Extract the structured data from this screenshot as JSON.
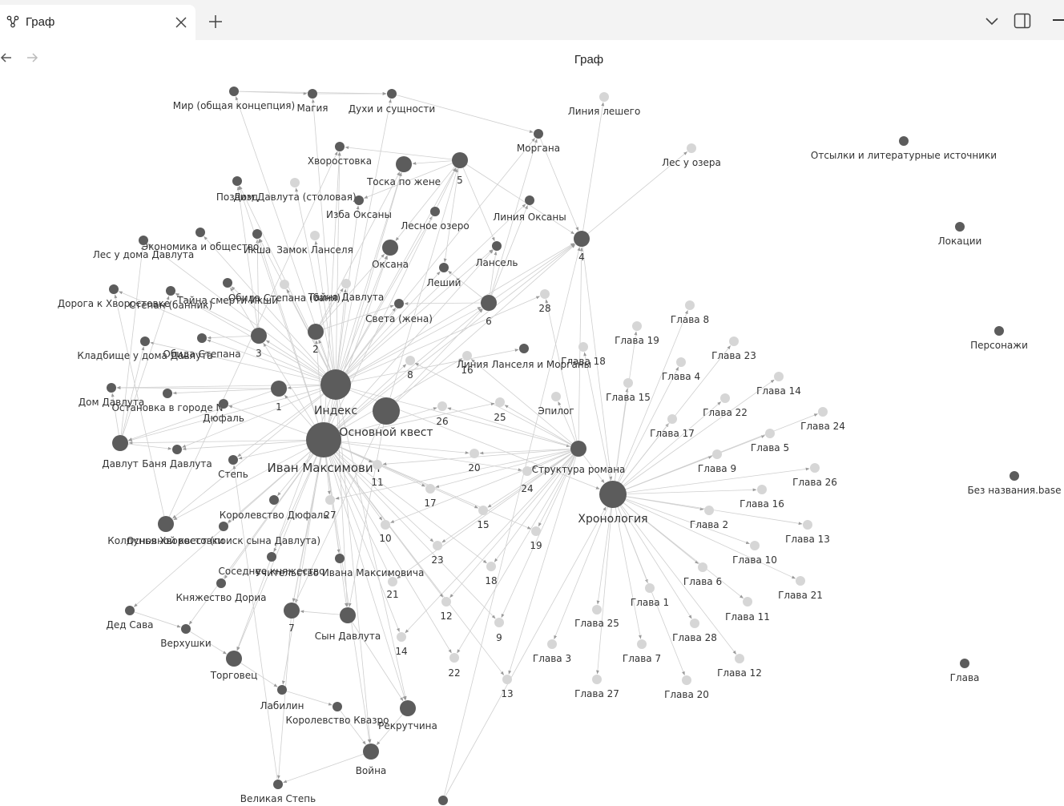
{
  "tab": {
    "title": "Граф",
    "icon": "graph-icon"
  },
  "view": {
    "title": "Граф"
  },
  "icons": {
    "close": "close-icon",
    "add": "plus-icon",
    "list": "chevron-down-icon",
    "sidebar": "sidebar-toggle-icon",
    "back": "arrow-left-icon",
    "forward": "arrow-right-icon"
  },
  "colors": {
    "resolved_node": "#5c5c5c",
    "unresolved_node": "#d6d6d6",
    "edge": "#cfcfcf",
    "arrow": "#9a9a9a"
  },
  "graph": {
    "nodes": [
      {
        "id": "mir",
        "label": "Мир (общая концепция)",
        "type": "note",
        "size": "s"
      },
      {
        "id": "magia",
        "label": "Магия",
        "type": "note",
        "size": "s"
      },
      {
        "id": "duhi",
        "label": "Духи и сущности",
        "type": "note",
        "size": "s"
      },
      {
        "id": "liniya_leshego",
        "label": "Линия лешего",
        "type": "ghost",
        "size": "s"
      },
      {
        "id": "morgana",
        "label": "Моргана",
        "type": "note",
        "size": "s"
      },
      {
        "id": "hvorostovka",
        "label": "Хворостовка",
        "type": "note",
        "size": "s"
      },
      {
        "id": "toska",
        "label": "Тоска по жене",
        "type": "note",
        "size": "m"
      },
      {
        "id": "n5",
        "label": "5",
        "type": "note",
        "size": "m"
      },
      {
        "id": "les_u_ozera",
        "label": "Лес у озера",
        "type": "ghost",
        "size": "s"
      },
      {
        "id": "otsylki",
        "label": "Отсылки и литературные источники",
        "type": "note",
        "size": "s"
      },
      {
        "id": "pozvizd",
        "label": "Позвизд",
        "type": "note",
        "size": "s"
      },
      {
        "id": "dom_stolovaya",
        "label": "Дом Давлута (столовая)",
        "type": "ghost",
        "size": "s"
      },
      {
        "id": "izba_oksany",
        "label": "Изба Оксаны",
        "type": "note",
        "size": "s"
      },
      {
        "id": "liniya_oksany",
        "label": "Линия Оксаны",
        "type": "note",
        "size": "s"
      },
      {
        "id": "lesnoe_ozero",
        "label": "Лесное озеро",
        "type": "note",
        "size": "s"
      },
      {
        "id": "n4",
        "label": "4",
        "type": "note",
        "size": "m"
      },
      {
        "id": "lokacii",
        "label": "Локации",
        "type": "note",
        "size": "s"
      },
      {
        "id": "ekonomika",
        "label": "Экономика и общество",
        "type": "note",
        "size": "s"
      },
      {
        "id": "les_doma",
        "label": "Лес у дома Давлута",
        "type": "note",
        "size": "s"
      },
      {
        "id": "iksha",
        "label": "Икша",
        "type": "note",
        "size": "s"
      },
      {
        "id": "zamok",
        "label": "Замок Ланселя",
        "type": "ghost",
        "size": "s"
      },
      {
        "id": "oksana",
        "label": "Оксана",
        "type": "note",
        "size": "m"
      },
      {
        "id": "lansel",
        "label": "Лансель",
        "type": "note",
        "size": "s"
      },
      {
        "id": "leshiy",
        "label": "Леший",
        "type": "note",
        "size": "s"
      },
      {
        "id": "doroga",
        "label": "Дорога к Хворостовке",
        "type": "note",
        "size": "s"
      },
      {
        "id": "stepan_bannik",
        "label": "Степан (банник)",
        "type": "note",
        "size": "s"
      },
      {
        "id": "tayna_smerti",
        "label": "Тайна смерти Икши",
        "type": "note",
        "size": "s"
      },
      {
        "id": "obida_banya",
        "label": "Обида Степана (баня)",
        "type": "ghost",
        "size": "s"
      },
      {
        "id": "tayna_davluta",
        "label": "Тайна Давлута",
        "type": "ghost",
        "size": "s"
      },
      {
        "id": "sveta",
        "label": "Света (жена)",
        "type": "note",
        "size": "s"
      },
      {
        "id": "n6",
        "label": "6",
        "type": "note",
        "size": "m"
      },
      {
        "id": "n28",
        "label": "28",
        "type": "ghost",
        "size": "s"
      },
      {
        "id": "glava8",
        "label": "Глава 8",
        "type": "ghost",
        "size": "s"
      },
      {
        "id": "glava19",
        "label": "Глава 19",
        "type": "ghost",
        "size": "s"
      },
      {
        "id": "glava23",
        "label": "Глава 23",
        "type": "ghost",
        "size": "s"
      },
      {
        "id": "personazhi",
        "label": "Персонажи",
        "type": "note",
        "size": "s"
      },
      {
        "id": "kladbische",
        "label": "Кладбище у дома Давлута",
        "type": "note",
        "size": "s"
      },
      {
        "id": "obida",
        "label": "Обида Степана",
        "type": "note",
        "size": "s"
      },
      {
        "id": "n3",
        "label": "3",
        "type": "note",
        "size": "m"
      },
      {
        "id": "n2",
        "label": "2",
        "type": "note",
        "size": "m"
      },
      {
        "id": "n8",
        "label": "8",
        "type": "ghost",
        "size": "s"
      },
      {
        "id": "n16",
        "label": "16",
        "type": "ghost",
        "size": "s"
      },
      {
        "id": "liniya_lm",
        "label": "Линия Ланселя и Морганы",
        "type": "note",
        "size": "s"
      },
      {
        "id": "glava18",
        "label": "Глава 18",
        "type": "ghost",
        "size": "s"
      },
      {
        "id": "glava4",
        "label": "Глава 4",
        "type": "ghost",
        "size": "s"
      },
      {
        "id": "glava14",
        "label": "Глава 14",
        "type": "ghost",
        "size": "s"
      },
      {
        "id": "glava15",
        "label": "Глава 15",
        "type": "ghost",
        "size": "s"
      },
      {
        "id": "glava22",
        "label": "Глава 22",
        "type": "ghost",
        "size": "s"
      },
      {
        "id": "dom_davluta",
        "label": "Дом Давлута",
        "type": "note",
        "size": "s"
      },
      {
        "id": "ostanovka",
        "label": "Остановка в городе N",
        "type": "note",
        "size": "s"
      },
      {
        "id": "n1",
        "label": "1",
        "type": "note",
        "size": "m"
      },
      {
        "id": "indeks",
        "label": "Индекс",
        "type": "note",
        "size": "xl"
      },
      {
        "id": "dyufal",
        "label": "Дюфаль",
        "type": "note",
        "size": "s"
      },
      {
        "id": "osnovnoy",
        "label": "Основной квест",
        "type": "note",
        "size": "l"
      },
      {
        "id": "n26",
        "label": "26",
        "type": "ghost",
        "size": "s"
      },
      {
        "id": "n25",
        "label": "25",
        "type": "ghost",
        "size": "s"
      },
      {
        "id": "epilog",
        "label": "Эпилог",
        "type": "ghost",
        "size": "s"
      },
      {
        "id": "glava17",
        "label": "Глава 17",
        "type": "ghost",
        "size": "s"
      },
      {
        "id": "glava24",
        "label": "Глава 24",
        "type": "ghost",
        "size": "s"
      },
      {
        "id": "glava5",
        "label": "Глава 5",
        "type": "ghost",
        "size": "s"
      },
      {
        "id": "davlut",
        "label": "Давлут",
        "type": "note",
        "size": "m"
      },
      {
        "id": "banya",
        "label": "Баня Давлута",
        "type": "note",
        "size": "s"
      },
      {
        "id": "ivan",
        "label": "Иван Максимович",
        "type": "note",
        "size": "xxl"
      },
      {
        "id": "n11",
        "label": "11",
        "type": "ghost",
        "size": "s"
      },
      {
        "id": "n20",
        "label": "20",
        "type": "ghost",
        "size": "s"
      },
      {
        "id": "struktura",
        "label": "Структура романа",
        "type": "note",
        "size": "m"
      },
      {
        "id": "glava9",
        "label": "Глава 9",
        "type": "ghost",
        "size": "s"
      },
      {
        "id": "glava26",
        "label": "Глава 26",
        "type": "ghost",
        "size": "s"
      },
      {
        "id": "bez_nazvaniya",
        "label": "Без названия.base",
        "type": "note",
        "size": "s"
      },
      {
        "id": "step",
        "label": "Степь",
        "type": "note",
        "size": "s"
      },
      {
        "id": "n24",
        "label": "24",
        "type": "ghost",
        "size": "s"
      },
      {
        "id": "hronologiya",
        "label": "Хронология",
        "type": "note",
        "size": "l"
      },
      {
        "id": "glava16",
        "label": "Глава 16",
        "type": "ghost",
        "size": "s"
      },
      {
        "id": "korolevstvo_dyufal",
        "label": "Королевство Дюфаль",
        "type": "note",
        "size": "s"
      },
      {
        "id": "n27",
        "label": "27",
        "type": "ghost",
        "size": "s"
      },
      {
        "id": "n17",
        "label": "17",
        "type": "ghost",
        "size": "s"
      },
      {
        "id": "n15",
        "label": "15",
        "type": "ghost",
        "size": "s"
      },
      {
        "id": "glava2",
        "label": "Глава 2",
        "type": "ghost",
        "size": "s"
      },
      {
        "id": "glava13",
        "label": "Глава 13",
        "type": "ghost",
        "size": "s"
      },
      {
        "id": "kolduniya",
        "label": "Колдунья Хворостовки",
        "type": "note",
        "size": "m"
      },
      {
        "id": "poisk",
        "label": "Основной квест (поиск сына Давлута)",
        "type": "note",
        "size": "s"
      },
      {
        "id": "n10",
        "label": "10",
        "type": "ghost",
        "size": "s"
      },
      {
        "id": "n19",
        "label": "19",
        "type": "ghost",
        "size": "s"
      },
      {
        "id": "glava10",
        "label": "Глава 10",
        "type": "ghost",
        "size": "s"
      },
      {
        "id": "sosednee",
        "label": "Соседнее княжество",
        "type": "note",
        "size": "s"
      },
      {
        "id": "n23",
        "label": "23",
        "type": "ghost",
        "size": "s"
      },
      {
        "id": "glava6",
        "label": "Глава 6",
        "type": "ghost",
        "size": "s"
      },
      {
        "id": "uchitelstvo",
        "label": "Учительство Ивана Максимовича",
        "type": "note",
        "size": "s"
      },
      {
        "id": "n18",
        "label": "18",
        "type": "ghost",
        "size": "s"
      },
      {
        "id": "glava21",
        "label": "Глава 21",
        "type": "ghost",
        "size": "s"
      },
      {
        "id": "knyazhestvo",
        "label": "Княжество Дориа",
        "type": "note",
        "size": "s"
      },
      {
        "id": "n21",
        "label": "21",
        "type": "ghost",
        "size": "s"
      },
      {
        "id": "glava1",
        "label": "Глава 1",
        "type": "ghost",
        "size": "s"
      },
      {
        "id": "glava11",
        "label": "Глава 11",
        "type": "ghost",
        "size": "s"
      },
      {
        "id": "ded_sava",
        "label": "Дед Сава",
        "type": "note",
        "size": "s"
      },
      {
        "id": "n7",
        "label": "7",
        "type": "note",
        "size": "m"
      },
      {
        "id": "syn_davluta",
        "label": "Сын Давлута",
        "type": "note",
        "size": "m"
      },
      {
        "id": "n12",
        "label": "12",
        "type": "ghost",
        "size": "s"
      },
      {
        "id": "glava25",
        "label": "Глава 25",
        "type": "ghost",
        "size": "s"
      },
      {
        "id": "verhushki",
        "label": "Верхушки",
        "type": "note",
        "size": "s"
      },
      {
        "id": "n9",
        "label": "9",
        "type": "ghost",
        "size": "s"
      },
      {
        "id": "glava28",
        "label": "Глава 28",
        "type": "ghost",
        "size": "s"
      },
      {
        "id": "n14",
        "label": "14",
        "type": "ghost",
        "size": "s"
      },
      {
        "id": "glava3",
        "label": "Глава 3",
        "type": "ghost",
        "size": "s"
      },
      {
        "id": "glava7",
        "label": "Глава 7",
        "type": "ghost",
        "size": "s"
      },
      {
        "id": "glava12",
        "label": "Глава 12",
        "type": "ghost",
        "size": "s"
      },
      {
        "id": "torgovec",
        "label": "Торговец",
        "type": "note",
        "size": "m"
      },
      {
        "id": "n22",
        "label": "22",
        "type": "ghost",
        "size": "s"
      },
      {
        "id": "glava",
        "label": "Глава",
        "type": "note",
        "size": "s"
      },
      {
        "id": "n13",
        "label": "13",
        "type": "ghost",
        "size": "s"
      },
      {
        "id": "glava27",
        "label": "Глава 27",
        "type": "ghost",
        "size": "s"
      },
      {
        "id": "glava20",
        "label": "Глава 20",
        "type": "ghost",
        "size": "s"
      },
      {
        "id": "labilin",
        "label": "Лабилин",
        "type": "note",
        "size": "s"
      },
      {
        "id": "korolevstvo_kvazro",
        "label": "Королевство Квазро",
        "type": "note",
        "size": "s"
      },
      {
        "id": "rekrutchina",
        "label": "Рекрутчина",
        "type": "note",
        "size": "m"
      },
      {
        "id": "voyna",
        "label": "Война",
        "type": "note",
        "size": "m"
      },
      {
        "id": "velikaya_step",
        "label": "Великая Степь",
        "type": "note",
        "size": "s"
      },
      {
        "id": "bottom_node",
        "label": "",
        "type": "note",
        "size": "s"
      }
    ]
  }
}
